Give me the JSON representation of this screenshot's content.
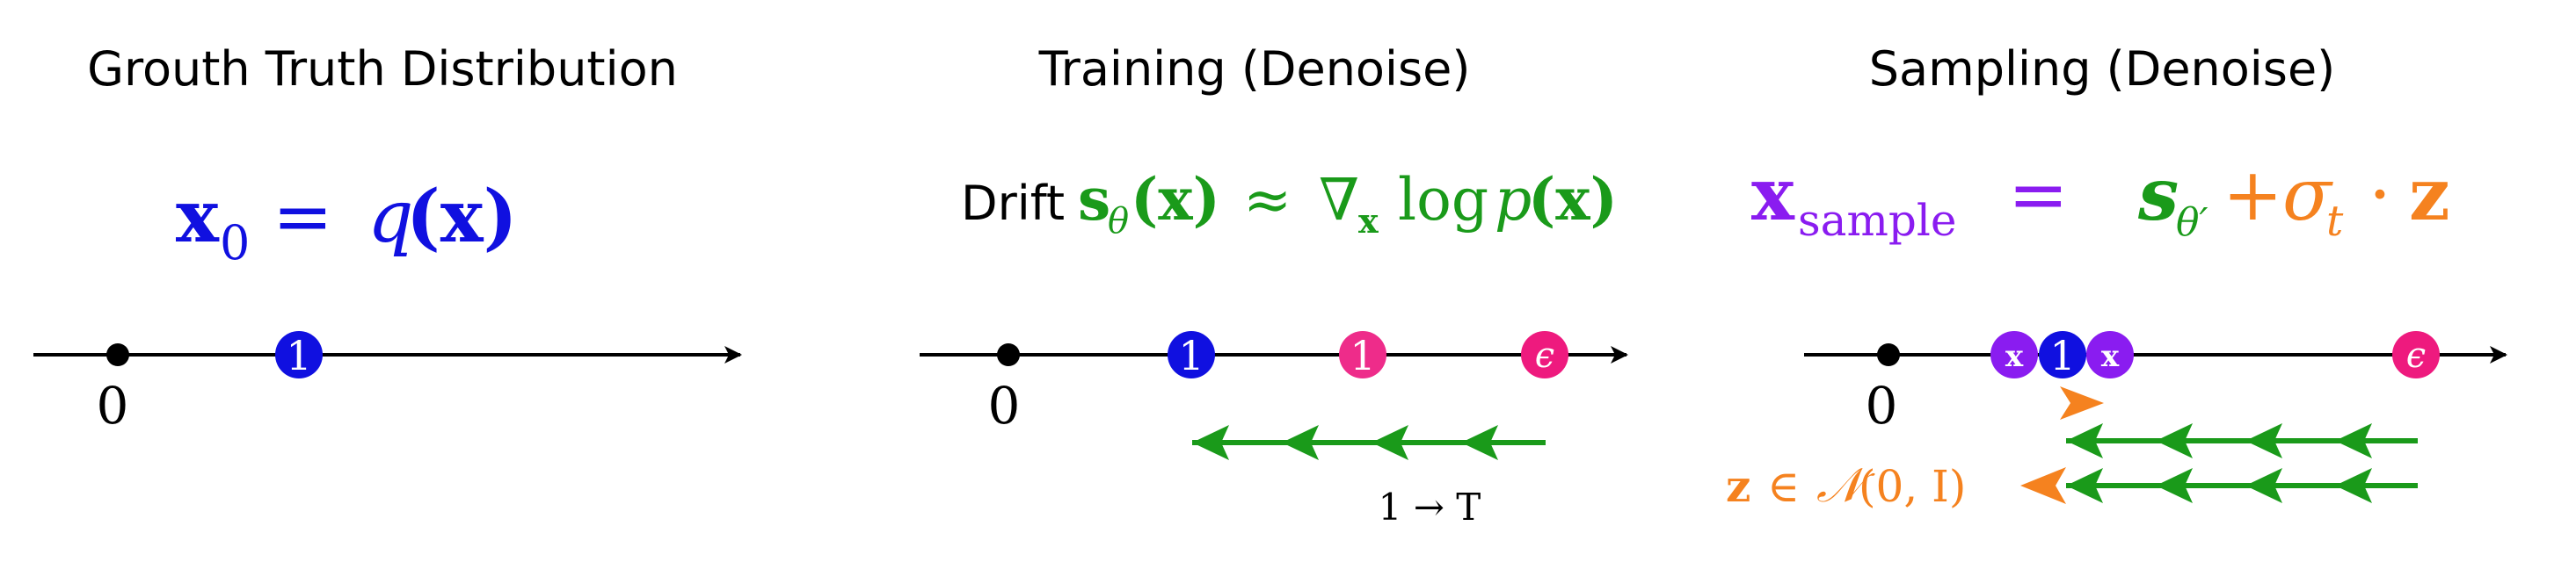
{
  "panels": [
    {
      "title": "Grouth Truth Distribution",
      "equation": {
        "lhs": "x",
        "lhs_sub": "0",
        "op": "=",
        "rhs_fn": "q",
        "rhs_arg": "(x)"
      },
      "axis_origin_label": "0",
      "markers": [
        {
          "label": "1",
          "color": "#1010e0"
        }
      ]
    },
    {
      "title": "Training (Denoise)",
      "equation": {
        "prefix": "Drift",
        "s": "s",
        "s_sub": "θ",
        "s_arg": "(x)",
        "approx": "≈",
        "nabla": "∇",
        "nabla_sub": "x",
        "log": "log",
        "p": "p",
        "p_arg": "(x)"
      },
      "axis_origin_label": "0",
      "markers": [
        {
          "label": "1",
          "color": "#1010e0"
        },
        {
          "label": "1",
          "color": "#ee2c8a"
        },
        {
          "label": "ϵ",
          "color": "#ee1a7e"
        }
      ],
      "step_label": "1 → T"
    },
    {
      "title": "Sampling (Denoise)",
      "equation": {
        "lhs": "x",
        "lhs_sub": "sample",
        "op": "=",
        "s": "s",
        "s_sub": "θ′",
        "plus": "+",
        "sigma": "σ",
        "sigma_sub": "t",
        "dot": "·",
        "z": "z"
      },
      "axis_origin_label": "0",
      "markers": [
        {
          "label": "x",
          "color": "#8a1cf0"
        },
        {
          "label": "1",
          "color": "#1010e0"
        },
        {
          "label": "x",
          "color": "#8a1cf0"
        },
        {
          "label": "ϵ",
          "color": "#ee1a7e"
        }
      ],
      "noise_label": {
        "z": "z",
        "in": "∈",
        "N": "𝒩",
        "arg": "(0, I)"
      }
    }
  ],
  "colors": {
    "blue": "#1010e0",
    "green": "#1a9a1a",
    "orange": "#f5821f",
    "purple": "#8a1cf0",
    "pink": "#ee1a7e",
    "black": "#000000"
  }
}
